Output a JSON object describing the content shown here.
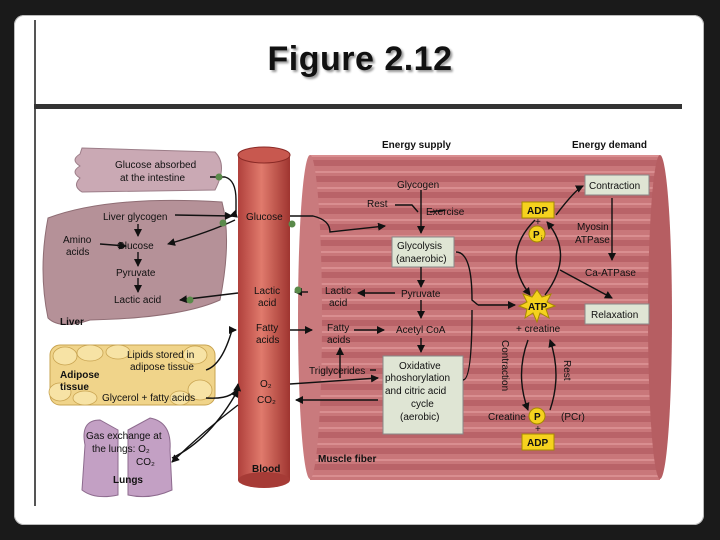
{
  "slide": {
    "title": "Figure 2.12"
  },
  "diagram": {
    "headers": {
      "supply": "Energy supply",
      "demand": "Energy demand"
    },
    "intestine": {
      "line1": "Glucose absorbed",
      "line2": "at the intestine"
    },
    "liver": {
      "glycogen": "Liver glycogen",
      "amino1": "Amino",
      "amino2": "acids",
      "glucose": "Glucose",
      "pyruvate": "Pyruvate",
      "lactic": "Lactic acid",
      "name": "Liver"
    },
    "adipose": {
      "lipids1": "Lipids stored in",
      "lipids2": "adipose tissue",
      "name1": "Adipose",
      "name2": "tissue",
      "glycerol": "Glycerol + fatty acids"
    },
    "lungs": {
      "gas1": "Gas exchange at",
      "gas2": "the lungs: O₂",
      "gas3": "CO₂",
      "name": "Lungs"
    },
    "blood": {
      "glucose": "Glucose",
      "lactic1": "Lactic",
      "lactic2": "acid",
      "fatty1": "Fatty",
      "fatty2": "acids",
      "o2": "O₂",
      "co2": "CO₂",
      "name": "Blood"
    },
    "muscle": {
      "glycogen": "Glycogen",
      "rest": "Rest",
      "exercise": "Exercise",
      "glycolysis1": "Glycolysis",
      "glycolysis2": "(anaerobic)",
      "lactic1": "Lactic",
      "lactic2": "acid",
      "pyruvate": "Pyruvate",
      "fatty1": "Fatty",
      "fatty2": "acids",
      "acetyl": "Acetyl CoA",
      "trig": "Triglycerides",
      "ox1": "Oxidative",
      "ox2": "phoshorylation",
      "ox3": "and citric acid",
      "ox4": "cycle",
      "ox5": "(aerobic)",
      "name": "Muscle fiber"
    },
    "energy": {
      "adp": "ADP",
      "pi": "P",
      "pi_sub": "i",
      "atp": "ATP",
      "plus": "+",
      "creatine_plus": "+ creatine",
      "myosin1": "Myosin",
      "myosin2": "ATPase",
      "contraction_box": "Contraction",
      "ca": "Ca-ATPase",
      "relaxation": "Relaxation",
      "contraction_v": "Contraction",
      "rest_v": "Rest",
      "creatine": "Creatine",
      "p": "P",
      "pcr": "(PCr)",
      "adp2": "ADP"
    }
  }
}
